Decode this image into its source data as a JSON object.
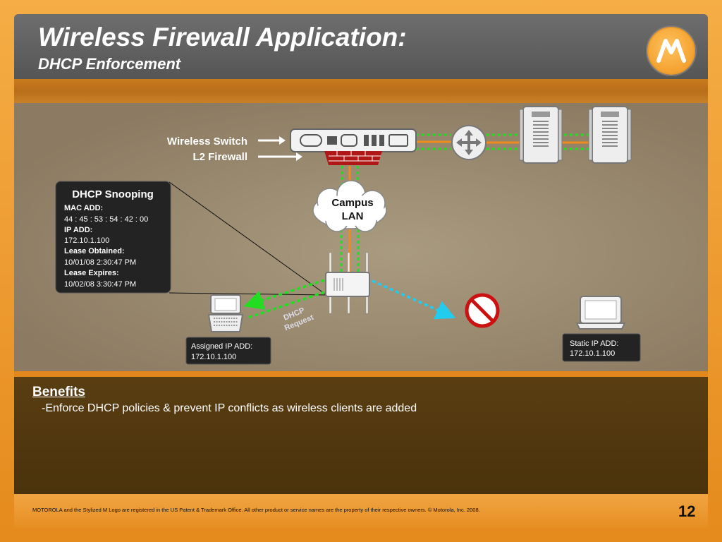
{
  "header": {
    "title": "Wireless Firewall Application:",
    "subtitle": "DHCP Enforcement"
  },
  "diagram": {
    "wireless_switch_label": "Wireless Switch",
    "l2_firewall_label": "L2 Firewall",
    "campus_lan_line1": "Campus",
    "campus_lan_line2": "LAN",
    "dhcp_request_line1": "DHCP",
    "dhcp_request_line2": "Request",
    "snooping": {
      "title": "DHCP Snooping",
      "mac_label": "MAC ADD:",
      "mac_value": "44 : 45 : 53 : 54 : 42 : 00",
      "ip_label": "IP ADD:",
      "ip_value": "172.10.1.100",
      "lease_obtained_label": "Lease Obtained:",
      "lease_obtained_value": "10/01/08 2:30:47 PM",
      "lease_expires_label": "Lease Expires:",
      "lease_expires_value": "10/02/08 3:30:47 PM"
    },
    "assigned_box": {
      "label": "Assigned IP ADD:",
      "value": "172.10.1.100"
    },
    "static_box": {
      "label": "Static IP ADD:",
      "value": "172.10.1.100"
    }
  },
  "benefits": {
    "heading": "Benefits",
    "item": "-Enforce DHCP policies & prevent IP conflicts as wireless clients are added"
  },
  "footer": {
    "text": "MOTOROLA and the Stylized M Logo are registered in the US Patent & Trademark Office. All other product or service names are the property of their respective owners.  © Motorola, Inc. 2008.",
    "page_number": "12"
  },
  "colors": {
    "accent_orange": "#f2a33a",
    "link_green": "#22dd22",
    "link_orange": "#f08a1a",
    "wireless_cyan": "#22ccee",
    "block_red": "#cc1111",
    "firewall_red": "#b01818"
  },
  "icons": [
    "motorola-logo",
    "router-icon",
    "server-icon",
    "access-point-icon",
    "laptop-icon",
    "prohibited-icon",
    "firewall-icon",
    "cloud-icon",
    "arrow-icon"
  ]
}
